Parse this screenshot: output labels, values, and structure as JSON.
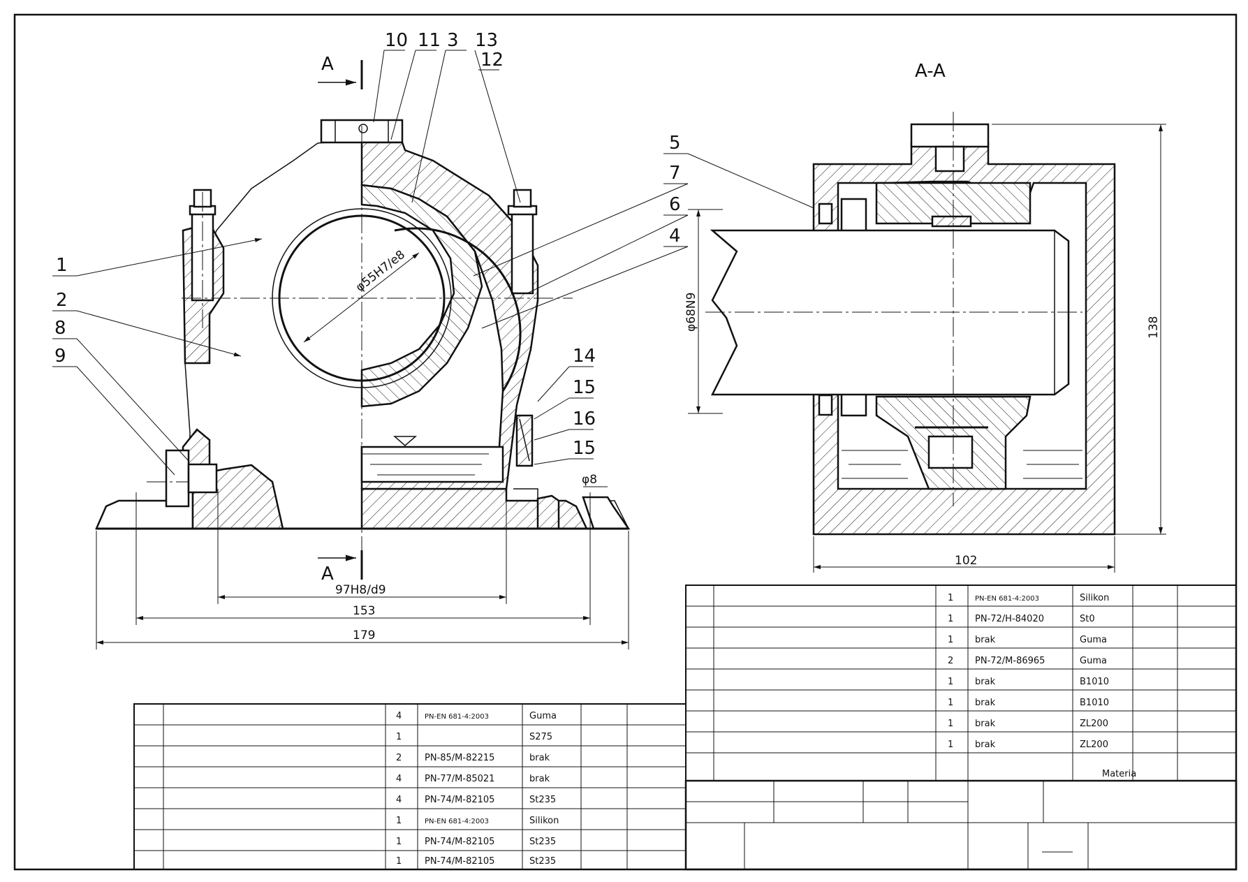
{
  "drawing": {
    "section_title": "A-A",
    "section_mark_top": "A",
    "section_mark_bottom": "A",
    "part_labels": [
      "10",
      "11",
      "3",
      "13",
      "12",
      "1",
      "2",
      "8",
      "9",
      "5",
      "7",
      "6",
      "4",
      "14",
      "15",
      "16",
      "15"
    ],
    "dimensions": {
      "bore": "φ55H7/e8",
      "shaft": "φ68N9",
      "height": "138",
      "width_section": "102",
      "fit_base": "97H8/d9",
      "bolt_spacing": "153",
      "overall_length": "179",
      "hole": "φ8"
    }
  },
  "parts_list_right": {
    "rows": [
      {
        "qty": "1",
        "standard": "PN-EN 681-4:2003",
        "material": "Silikon"
      },
      {
        "qty": "1",
        "standard": "PN-72/H-84020",
        "material": "St0"
      },
      {
        "qty": "1",
        "standard": "brak",
        "material": "Guma"
      },
      {
        "qty": "2",
        "standard": "PN-72/M-86965",
        "material": "Guma"
      },
      {
        "qty": "1",
        "standard": "brak",
        "material": "B1010"
      },
      {
        "qty": "1",
        "standard": "brak",
        "material": "B1010"
      },
      {
        "qty": "1",
        "standard": "brak",
        "material": "ZL200"
      },
      {
        "qty": "1",
        "standard": "brak",
        "material": "ZL200"
      }
    ],
    "material_header": "Materia"
  },
  "parts_list_left": {
    "rows": [
      {
        "qty": "4",
        "standard": "PN-EN 681-4:2003",
        "material": "Guma"
      },
      {
        "qty": "1",
        "standard": "",
        "material": "S275"
      },
      {
        "qty": "2",
        "standard": "PN-85/M-82215",
        "material": "brak"
      },
      {
        "qty": "4",
        "standard": "PN-77/M-85021",
        "material": "brak"
      },
      {
        "qty": "4",
        "standard": "PN-74/M-82105",
        "material": "St235"
      },
      {
        "qty": "1",
        "standard": "PN-EN 681-4:2003",
        "material": "Silikon"
      },
      {
        "qty": "1",
        "standard": "PN-74/M-82105",
        "material": "St235"
      },
      {
        "qty": "1",
        "standard": "PN-74/M-82105",
        "material": "St235"
      }
    ]
  }
}
